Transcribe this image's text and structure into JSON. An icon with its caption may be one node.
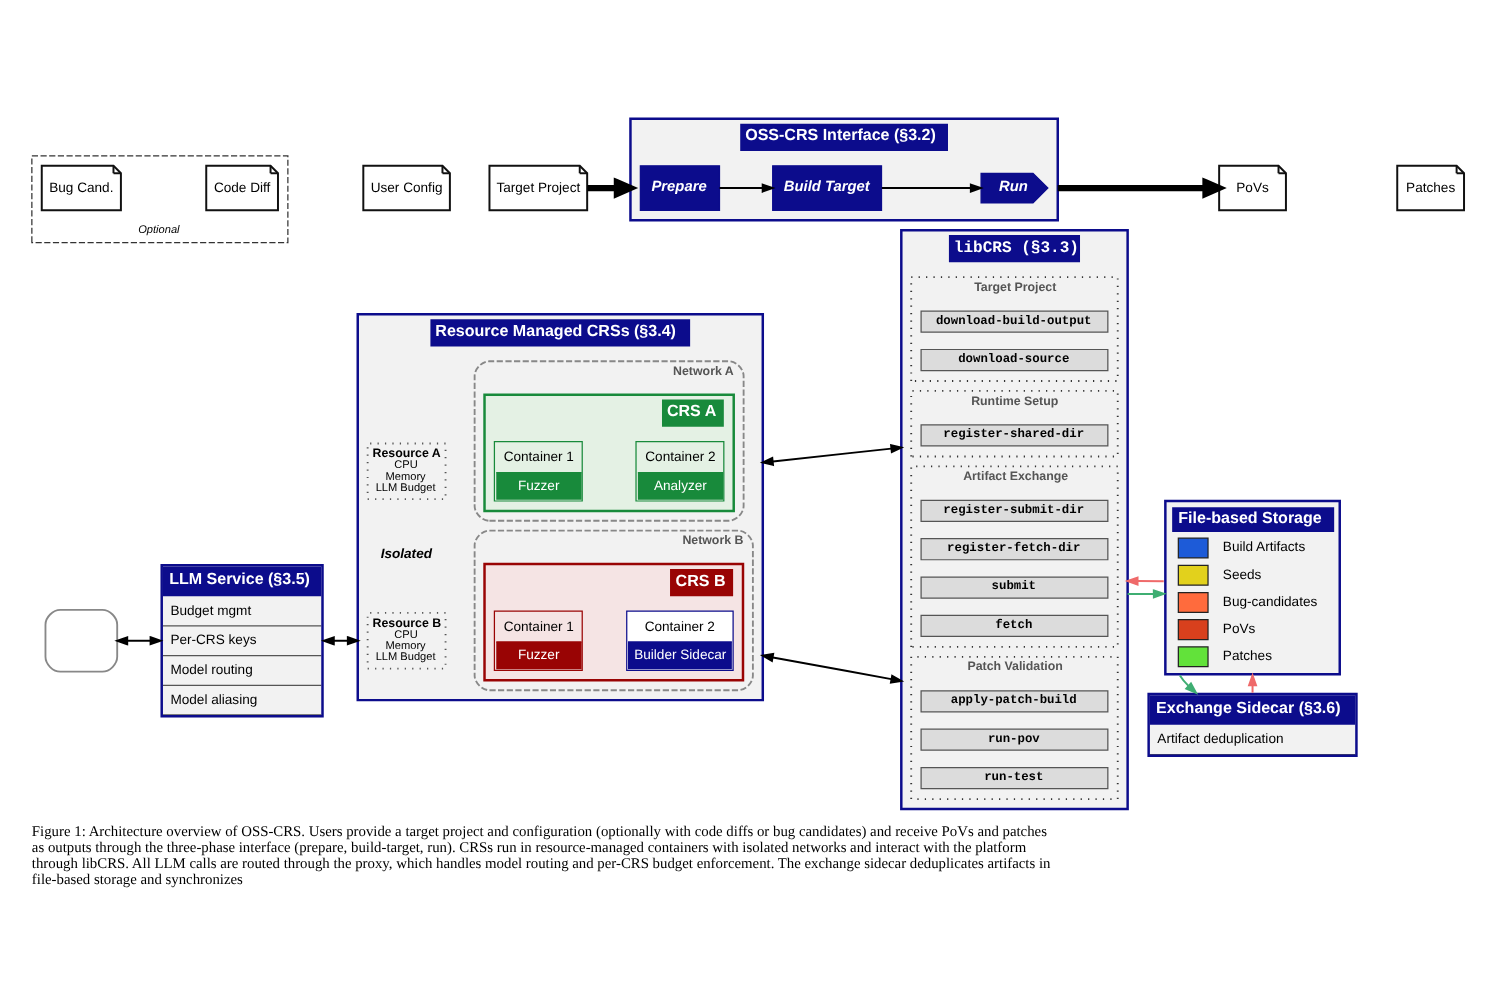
{
  "diagram": {
    "caption": "Figure 1: Architecture overview of OSS-CRS. Users provide a target project and configuration (optionally with code diffs or bug candidates) and receive PoVs and patches as outputs through the three-phase interface (prepare, build-target, run). CRSs run in resource-managed containers with isolated networks and interact with the platform through libCRS. All LLM calls are routed through the proxy, which handles model routing and per-CRS budget enforcement. The exchange sidecar deduplicates artifacts in file-based storage and synchronizes",
    "nodes": [
      {
        "text": [
          "Optional"
        ]
      },
      {
        "text": [
          "Bug Cand."
        ],
        "in": 0
      },
      {
        "text": [
          "Code Diff"
        ],
        "in": 0
      },
      {
        "text": [
          "User Config"
        ]
      },
      {
        "text": [
          "Target Project"
        ]
      },
      {
        "text": [
          "OSS-CRS Interface (§3.2)"
        ]
      },
      {
        "text": [
          "Prepare"
        ],
        "in": 5
      },
      {
        "text": [
          "Build Target"
        ],
        "in": 5
      },
      {
        "text": [
          "Run"
        ],
        "in": 5
      },
      {
        "text": [
          "PoVs"
        ]
      },
      {
        "text": [
          "Patches"
        ]
      },
      {
        "text": [],
        "shape": "box"
      },
      {
        "text": [
          "LLM Service (§3.5)",
          "Budget mgmt",
          "Per-CRS keys",
          "Model routing",
          "Model aliasing"
        ]
      },
      {
        "text": [
          "Resource Managed CRSs (§3.4)"
        ]
      },
      {
        "text": [
          "Resource A",
          "CPU",
          "Memory",
          "LLM Budget"
        ],
        "in": 13
      },
      {
        "text": [
          "Network A"
        ],
        "in": 13
      },
      {
        "text": [
          "CRS A"
        ],
        "in": 15
      },
      {
        "text": [
          "Container 1",
          "Fuzzer"
        ],
        "in": 16
      },
      {
        "text": [
          "Container 2",
          "Analyzer"
        ],
        "in": 16
      },
      {
        "text": [
          "Resource B",
          "CPU",
          "Memory",
          "LLM Budget"
        ],
        "in": 13
      },
      {
        "text": [
          "Network B"
        ],
        "in": 13
      },
      {
        "text": [
          "CRS B"
        ],
        "in": 20
      },
      {
        "text": [
          "Container 1",
          "Fuzzer"
        ],
        "in": 21
      },
      {
        "text": [
          "Container 2",
          "Builder Sidecar"
        ],
        "in": 21
      },
      {
        "text": [
          "libCRS (§3.3)"
        ]
      },
      {
        "text": [
          "Target Project"
        ],
        "in": 24
      },
      {
        "text": [
          "download-build-output"
        ],
        "in": 25
      },
      {
        "text": [
          "download-source"
        ],
        "in": 25
      },
      {
        "text": [
          "Runtime Setup"
        ],
        "in": 24
      },
      {
        "text": [
          "register-shared-dir"
        ],
        "in": 28
      },
      {
        "text": [
          "Artifact Exchange"
        ],
        "in": 24
      },
      {
        "text": [
          "register-submit-dir"
        ],
        "in": 30
      },
      {
        "text": [
          "register-fetch-dir"
        ],
        "in": 30
      },
      {
        "text": [
          "submit"
        ],
        "in": 30
      },
      {
        "text": [
          "fetch"
        ],
        "in": 30
      },
      {
        "text": [
          "Patch Validation"
        ],
        "in": 24
      },
      {
        "text": [
          "apply-patch-build"
        ],
        "in": 35
      },
      {
        "text": [
          "run-pov"
        ],
        "in": 35
      },
      {
        "text": [
          "run-test"
        ],
        "in": 35
      },
      {
        "text": [
          "File-based Storage",
          "Build Artifacts",
          "Seeds",
          "Bug-candidates",
          "PoVs",
          "Patches"
        ]
      },
      {
        "text": [
          "Exchange Sidecar (§3.6)",
          "Artifact deduplication"
        ]
      }
    ],
    "edges": [
      {
        "from": 4,
        "to": 5,
        "arrow": "to",
        "style": "thick"
      },
      {
        "from": 6,
        "to": 7,
        "arrow": "to"
      },
      {
        "from": 7,
        "to": 8,
        "arrow": "to"
      },
      {
        "from": 5,
        "to": 9,
        "arrow": "to",
        "style": "thick"
      },
      {
        "from": 11,
        "to": 12,
        "arrow": "both"
      },
      {
        "from": 12,
        "to": 13,
        "arrow": "both"
      },
      {
        "from": 13,
        "to": 24,
        "arrow": "both"
      },
      {
        "from": 13,
        "to": 24,
        "arrow": "both"
      },
      {
        "from": 24,
        "to": 39,
        "arrow": "to",
        "color": "#3fae72"
      },
      {
        "from": 39,
        "to": 24,
        "arrow": "to",
        "color": "#ef6a6a"
      },
      {
        "from": 40,
        "to": 39,
        "arrow": "to",
        "color": "#ef6a6a"
      },
      {
        "from": 39,
        "to": 40,
        "arrow": "to",
        "color": "#3fae72"
      }
    ],
    "labels": [
      "Isolated"
    ]
  }
}
